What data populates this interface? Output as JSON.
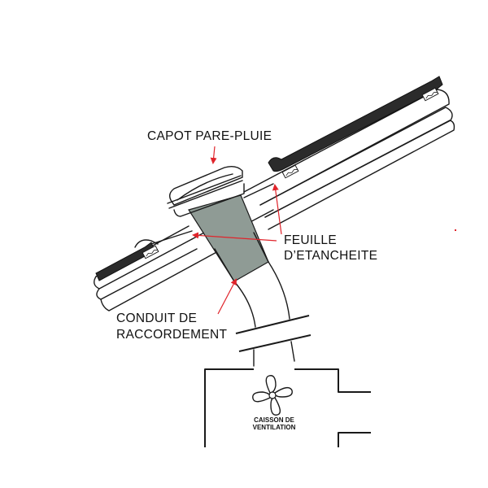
{
  "labels": {
    "capot": "CAPOT PARE-PLUIE",
    "feuille_line1": "FEUILLE",
    "feuille_line2": "D’ETANCHEITE",
    "conduit_line1": "CONDUIT DE",
    "conduit_line2": "RACCORDEMENT",
    "caisson_line1": "CAISSON DE",
    "caisson_line2": "VENTILATION"
  },
  "icons": {
    "fan": "fan-icon"
  },
  "colors": {
    "arrow": "#e0242b",
    "duct": "#8f9b95",
    "tile": "#2b2b2b",
    "line": "#1a1a1a"
  }
}
